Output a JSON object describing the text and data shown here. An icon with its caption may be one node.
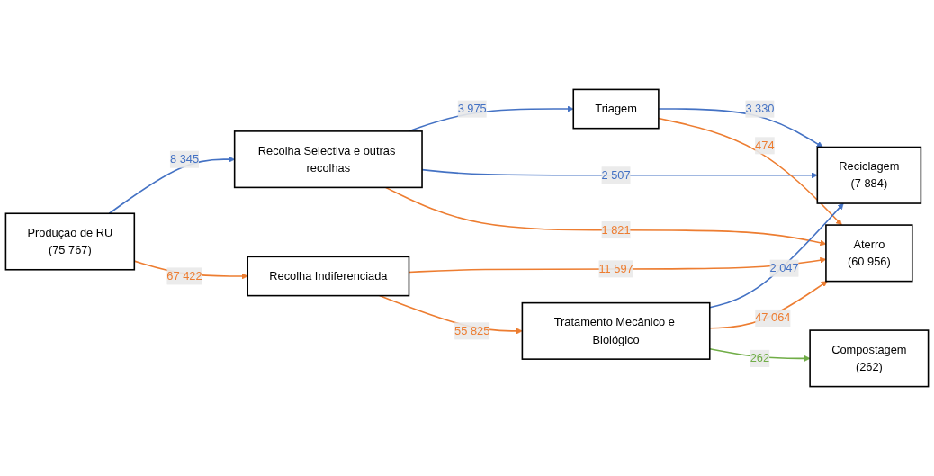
{
  "diagram": {
    "nodes": [
      {
        "text": [
          "Produção de RU",
          "(75 767)"
        ]
      },
      {
        "text": [
          "Recolha Selectiva e outras recolhas"
        ]
      },
      {
        "text": [
          "Recolha Indiferenciada"
        ]
      },
      {
        "text": [
          "Triagem"
        ]
      },
      {
        "text": [
          "Tratamento Mecânico e Biológico"
        ]
      },
      {
        "text": [
          "Reciclagem",
          "(7 884)"
        ]
      },
      {
        "text": [
          "Aterro",
          "(60 956)"
        ]
      },
      {
        "text": [
          "Compostagem",
          "(262)"
        ]
      }
    ],
    "edges": [
      {
        "from": 0,
        "to": 1,
        "arrow": "to",
        "label": "8 345",
        "color": "#4472c4"
      },
      {
        "from": 0,
        "to": 2,
        "arrow": "to",
        "label": "67 422",
        "color": "#ed7d31"
      },
      {
        "from": 1,
        "to": 3,
        "arrow": "to",
        "label": "3 975",
        "color": "#4472c4"
      },
      {
        "from": 1,
        "to": 5,
        "arrow": "to",
        "label": "2 507",
        "color": "#4472c4"
      },
      {
        "from": 1,
        "to": 6,
        "arrow": "to",
        "label": "1 821",
        "color": "#ed7d31"
      },
      {
        "from": 2,
        "to": 6,
        "arrow": "to",
        "label": "11 597",
        "color": "#ed7d31"
      },
      {
        "from": 2,
        "to": 4,
        "arrow": "to",
        "label": "55 825",
        "color": "#ed7d31"
      },
      {
        "from": 3,
        "to": 5,
        "arrow": "to",
        "label": "3 330",
        "color": "#4472c4"
      },
      {
        "from": 3,
        "to": 6,
        "arrow": "to",
        "label": "474",
        "color": "#ed7d31"
      },
      {
        "from": 4,
        "to": 5,
        "arrow": "to",
        "label": "2 047",
        "color": "#4472c4"
      },
      {
        "from": 4,
        "to": 6,
        "arrow": "to",
        "label": "47 064",
        "color": "#ed7d31"
      },
      {
        "from": 4,
        "to": 7,
        "arrow": "to",
        "label": "262",
        "color": "#70ad47"
      }
    ]
  }
}
